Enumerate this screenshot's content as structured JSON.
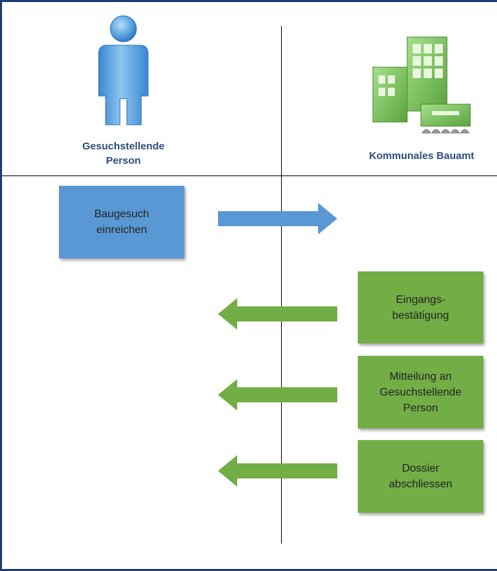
{
  "actors": {
    "person": {
      "label": "Gesuchstellende\nPerson",
      "icon": "person-icon",
      "color": "#5a98d5"
    },
    "office": {
      "label": "Kommunales Bauamt",
      "icon": "building-icon",
      "color": "#72ad46"
    }
  },
  "steps": [
    {
      "label": "Baugesuch\neinreichen",
      "from": "person",
      "to": "office",
      "color": "#5a98d5"
    },
    {
      "label": "Eingangs-\nbestätigung",
      "from": "office",
      "to": "person",
      "color": "#72ad46"
    },
    {
      "label": "Mitteilung an\nGesuchstellende\nPerson",
      "from": "office",
      "to": "person",
      "color": "#72ad46"
    },
    {
      "label": "Dossier\nabschliessen",
      "from": "office",
      "to": "person",
      "color": "#72ad46"
    }
  ],
  "colors": {
    "frame": "#1f3f73",
    "label": "#2c4d7a",
    "blue": "#5a98d5",
    "green": "#72ad46"
  }
}
